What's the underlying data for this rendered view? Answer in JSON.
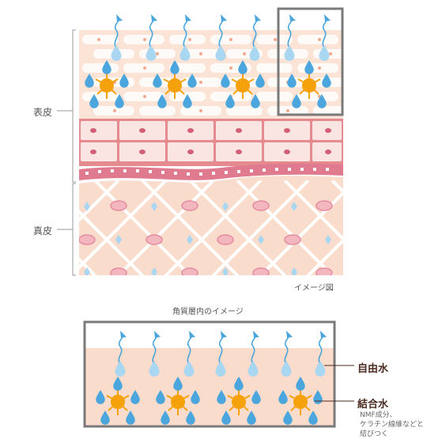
{
  "labels": {
    "epidermis": "表皮",
    "dermis": "真皮",
    "image_caption": "イメージ図",
    "stratum_caption": "角質層内のイメージ"
  },
  "legend": {
    "free_water": "自由水",
    "bound_water": "結合水",
    "bound_water_note": [
      "NMF成分、",
      "ケラチン線維などと",
      "結びつく"
    ]
  },
  "colors": {
    "water_blue": "#4aa6dc",
    "light_water": "#a9d6f0",
    "nmf_orange": "#f5a20a",
    "skin_light": "#f9dccb",
    "skin_pink": "#f3b7b4",
    "membrane_pink": "#e07a8e",
    "frame_gray": "#7a7a7a"
  }
}
